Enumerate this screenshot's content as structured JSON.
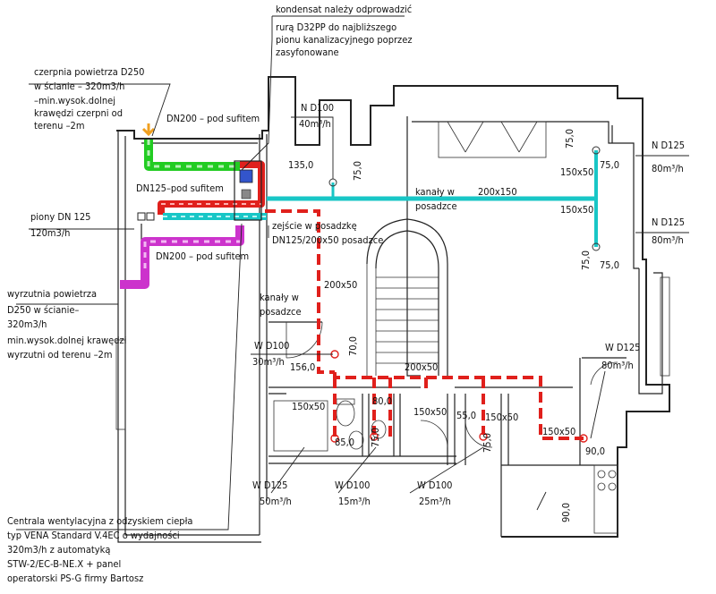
{
  "notes": {
    "condensate": [
      "kondensat należy odprowadzić",
      "rurą D32PP do najbliższego",
      "pionu kanalizacyjnego poprzez",
      "zasyfonowane"
    ],
    "intake": [
      "czerpnia powietrza D250",
      "w ścianie – 320m3/h",
      "–min.wysok.dolnej",
      "krawędzi czerpni od",
      "terenu –2m"
    ],
    "risers": [
      "piony DN 125",
      "120m3/h"
    ],
    "exhaust": [
      "wyrzutnia powietrza",
      "D250 w ścianie–",
      "320m3/h",
      "min.wysok.dolnej krawędzi",
      "wyrzutni od terenu –2m"
    ],
    "central": [
      "Centrala wentylacyjna z odzyskiem ciepła",
      "typ VENA Standard V.4EC o wydajności",
      "320m3/h z automatyką",
      "STW-2/EC-B-NE.X + panel",
      "operatorski PS-G firmy Bartosz"
    ]
  },
  "labels": {
    "dn200_top": "DN200 – pod sufitem",
    "dn125": "DN125–pod sufitem",
    "dn200_bottom": "DN200 – pod sufitem",
    "floor_ducts": [
      "kanały w",
      "posadzce"
    ],
    "floor_ducts_size": "200x150",
    "drop": [
      "zejście w posadzkę",
      "DN125/200x50 posadzce"
    ],
    "floor_ducts_left": [
      "kanały w",
      "posadzce"
    ],
    "d200x50_a": "200x50",
    "d200x50_b": "200x50"
  },
  "terminals": [
    {
      "name": "N D100",
      "flow": "40m³/h"
    },
    {
      "name": "N D125",
      "flow": "80m³/h"
    },
    {
      "name": "N D125",
      "flow": "80m³/h"
    },
    {
      "name": "W D100",
      "flow": "30m³/h"
    },
    {
      "name": "W D125",
      "flow": "80m³/h"
    },
    {
      "name": "W D125",
      "flow": "50m³/h"
    },
    {
      "name": "W D100",
      "flow": "15m³/h"
    },
    {
      "name": "W D100",
      "flow": "25m³/h"
    }
  ],
  "dims": [
    "135,0",
    "75,0",
    "75,0",
    "150x50",
    "75,0",
    "150x50",
    "75,0",
    "75,0",
    "70,0",
    "156,0",
    "150x50",
    "80,0",
    "150x50",
    "55,0",
    "150x50",
    "85,0",
    "75,0",
    "75,0",
    "150x50",
    "90,0",
    "90,0"
  ],
  "colors": {
    "supply": "#18c6c6",
    "extract": "#e0201c",
    "intake": "#22cc22",
    "exhaust": "#cc33cc"
  }
}
